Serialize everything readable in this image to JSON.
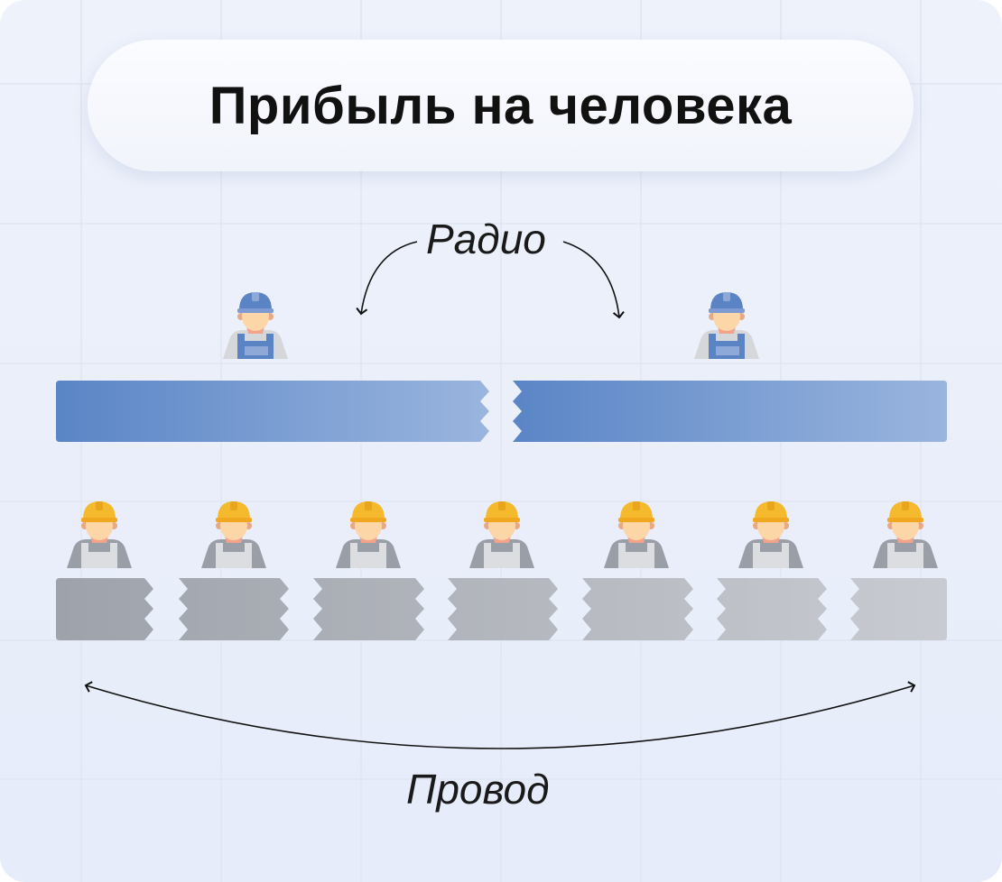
{
  "title": "Прибыль на человека",
  "radio_label": "Радио",
  "wire_label": "Провод",
  "colors": {
    "radio_bar_start": "#5a85c6",
    "radio_bar_end": "#9ab5de",
    "wire_bar_start": "#9ea2aa",
    "wire_bar_end": "#c8cbd1",
    "radio_helmet": "#5b84c4",
    "wire_helmet": "#f5b92e"
  },
  "radio_workers": 2,
  "wire_workers": 7
}
